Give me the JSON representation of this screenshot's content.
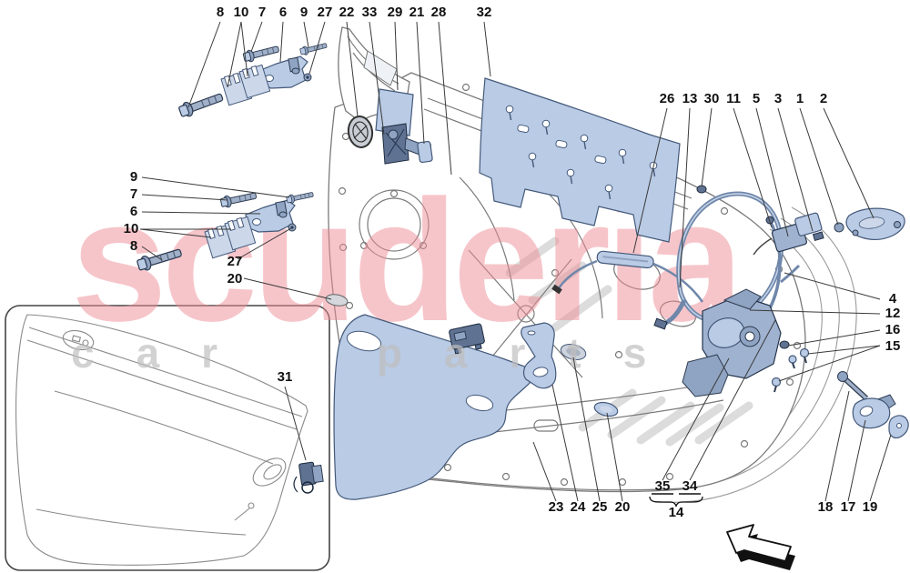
{
  "watermark": {
    "brand": "scuderia",
    "sub": "car parts"
  },
  "callouts": {
    "top_8": "8",
    "top_10": "10",
    "top_7": "7",
    "top_6": "6",
    "top_9": "9",
    "top_27": "27",
    "top_22": "22",
    "top_33": "33",
    "top_29": "29",
    "top_21": "21",
    "top_28": "28",
    "top_32": "32",
    "right_26": "26",
    "right_13": "13",
    "right_30": "30",
    "right_11": "11",
    "right_5": "5",
    "right_3": "3",
    "right_1": "1",
    "right_2": "2",
    "edge_4": "4",
    "edge_12": "12",
    "edge_16": "16",
    "edge_15": "15",
    "left_9": "9",
    "left_7": "7",
    "left_6": "6",
    "left_10": "10",
    "left_8": "8",
    "left_27": "27",
    "left_20": "20",
    "bottom_23": "23",
    "bottom_24": "24",
    "bottom_25": "25",
    "bottom_20": "20",
    "bottom_35": "35",
    "bottom_34": "34",
    "bottom_14": "14",
    "bottom_18": "18",
    "bottom_17": "17",
    "bottom_19": "19",
    "box_31": "31"
  },
  "colors": {
    "part_fill_blue": "#b9cbe5",
    "part_stroke_blue": "#44597a",
    "dark_part_blue": "#5f7292",
    "watermark_red": "#ee8d96",
    "watermark_gray": "#bfbfbf",
    "line_gray": "#7a7a7a",
    "callout_black": "#111111"
  }
}
